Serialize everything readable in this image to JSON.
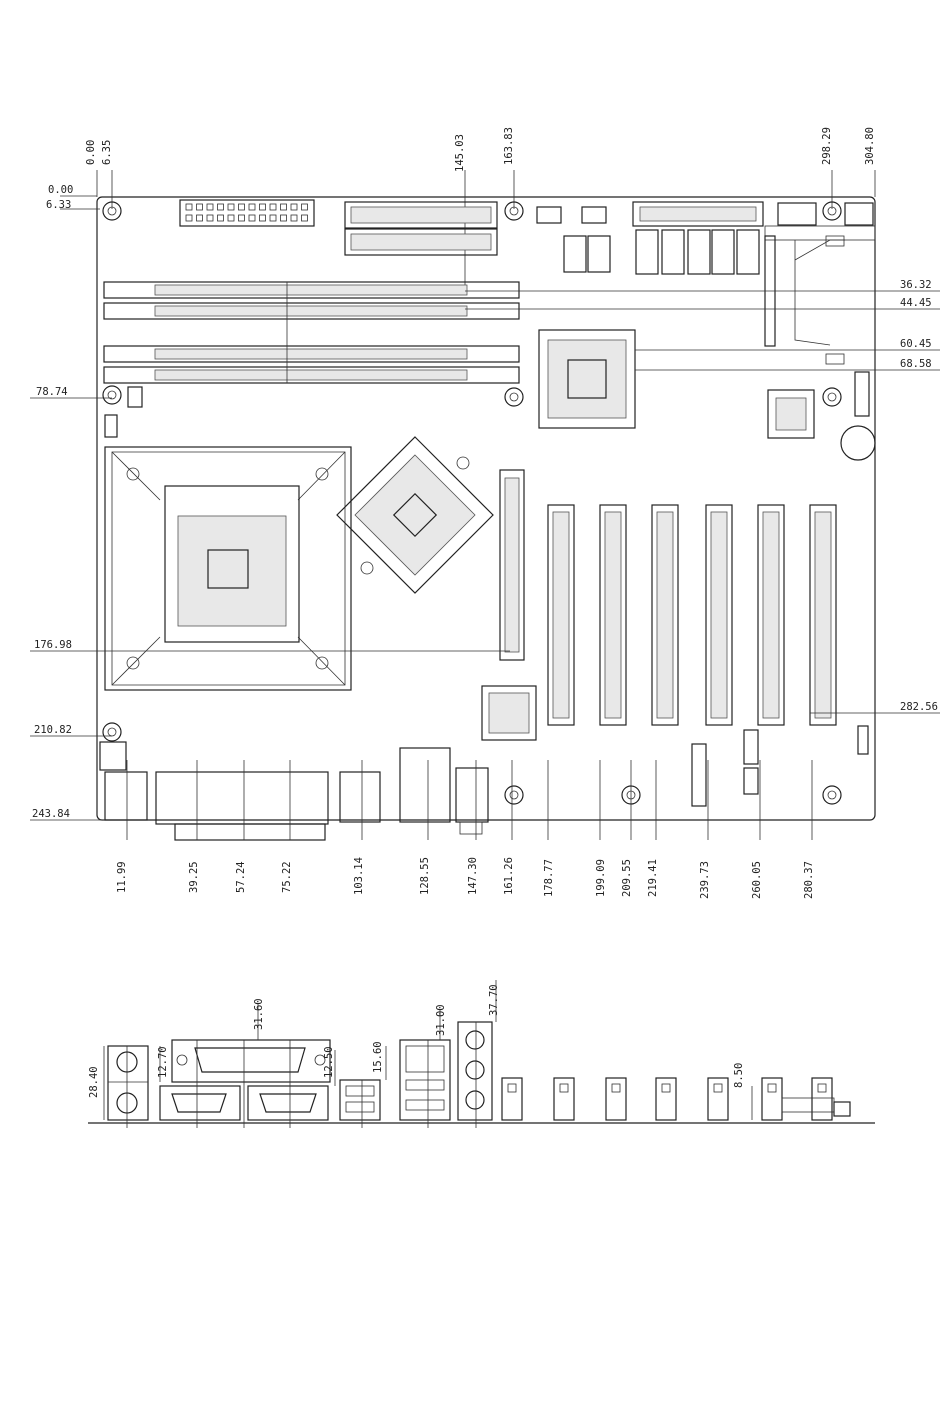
{
  "top_labels": [
    "0.00",
    "6.35",
    "145.03",
    "163.83",
    "298.29",
    "304.80"
  ],
  "left_labels": [
    "0.00",
    "6.33",
    "78.74",
    "176.98",
    "210.82",
    "243.84"
  ],
  "right_labels": [
    "36.32",
    "44.45",
    "60.45",
    "68.58",
    "282.56"
  ],
  "bottom_labels": [
    "11.99",
    "39.25",
    "57.24",
    "75.22",
    "103.14",
    "128.55",
    "147.30",
    "161.26",
    "178.77",
    "199.09",
    "209.55",
    "219.41",
    "239.73",
    "260.05",
    "280.37"
  ],
  "panel_labels": [
    "28.40",
    "12.70",
    "31.60",
    "12.50",
    "15.60",
    "31.00",
    "37.70",
    "8.50"
  ]
}
